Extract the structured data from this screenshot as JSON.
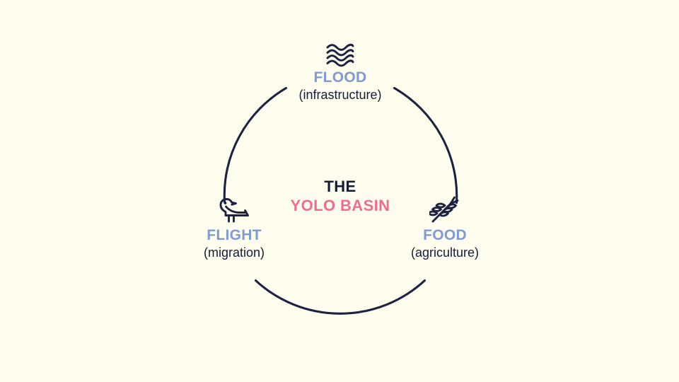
{
  "diagram": {
    "title": "The Yolo Basin cycle diagram",
    "background_color": "#FFFDEE",
    "ring_color": "#1B2242",
    "accent_blue": "#7E9BD6",
    "accent_pink": "#EF6D93",
    "dark_navy": "#151C3A",
    "center": {
      "line1": "THE",
      "line2": "YOLO BASIN"
    },
    "nodes": [
      {
        "id": "flood",
        "icon": "water-waves-icon",
        "title": "FLOOD",
        "subtitle": "(infrastructure)",
        "position": "top"
      },
      {
        "id": "flight",
        "icon": "bird-icon",
        "title": "FLIGHT",
        "subtitle": "(migration)",
        "position": "bottom-left"
      },
      {
        "id": "food",
        "icon": "wheat-icon",
        "title": "FOOD",
        "subtitle": "(agriculture)",
        "position": "bottom-right"
      }
    ]
  }
}
